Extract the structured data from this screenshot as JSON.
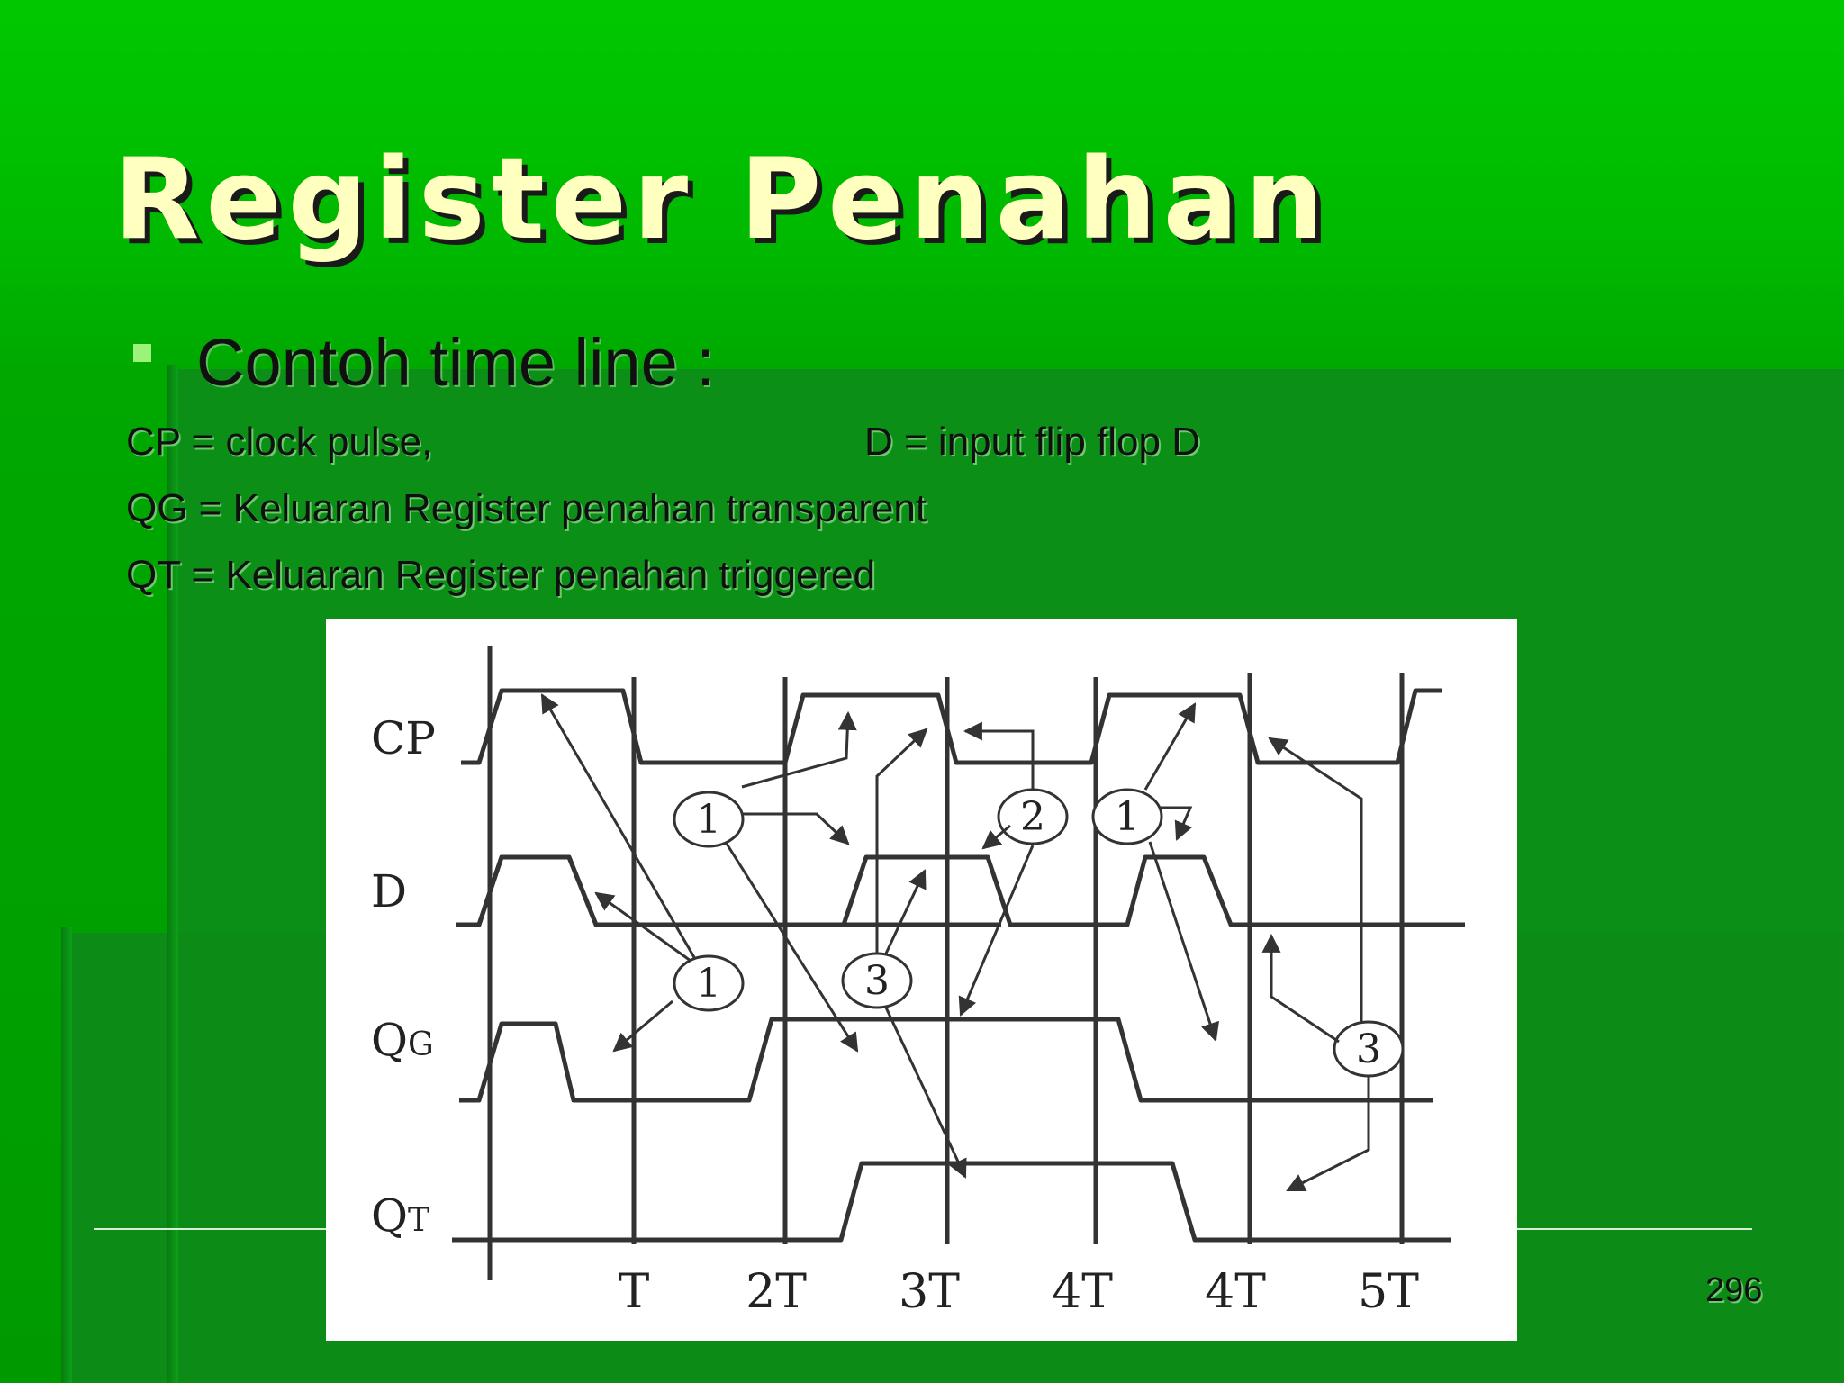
{
  "slide": {
    "title": "Register Penahan",
    "bullet": "Contoh time line :",
    "lines": {
      "cp": "CP = clock pulse,",
      "d": "D = input flip flop D",
      "qg": "QG = Keluaran Register penahan transparent",
      "qt": "QT = Keluaran Register penahan triggered"
    },
    "page_number": "296"
  },
  "diagram": {
    "signals": {
      "cp": "CP",
      "d": "D",
      "qg_main": "Q",
      "qg_sub": "G",
      "qt_main": "Q",
      "qt_sub": "T"
    },
    "ticks": [
      "T",
      "2T",
      "3T",
      "4T",
      "4T",
      "5T"
    ],
    "badges": [
      "1",
      "2",
      "1",
      "1",
      "3",
      "3"
    ]
  }
}
